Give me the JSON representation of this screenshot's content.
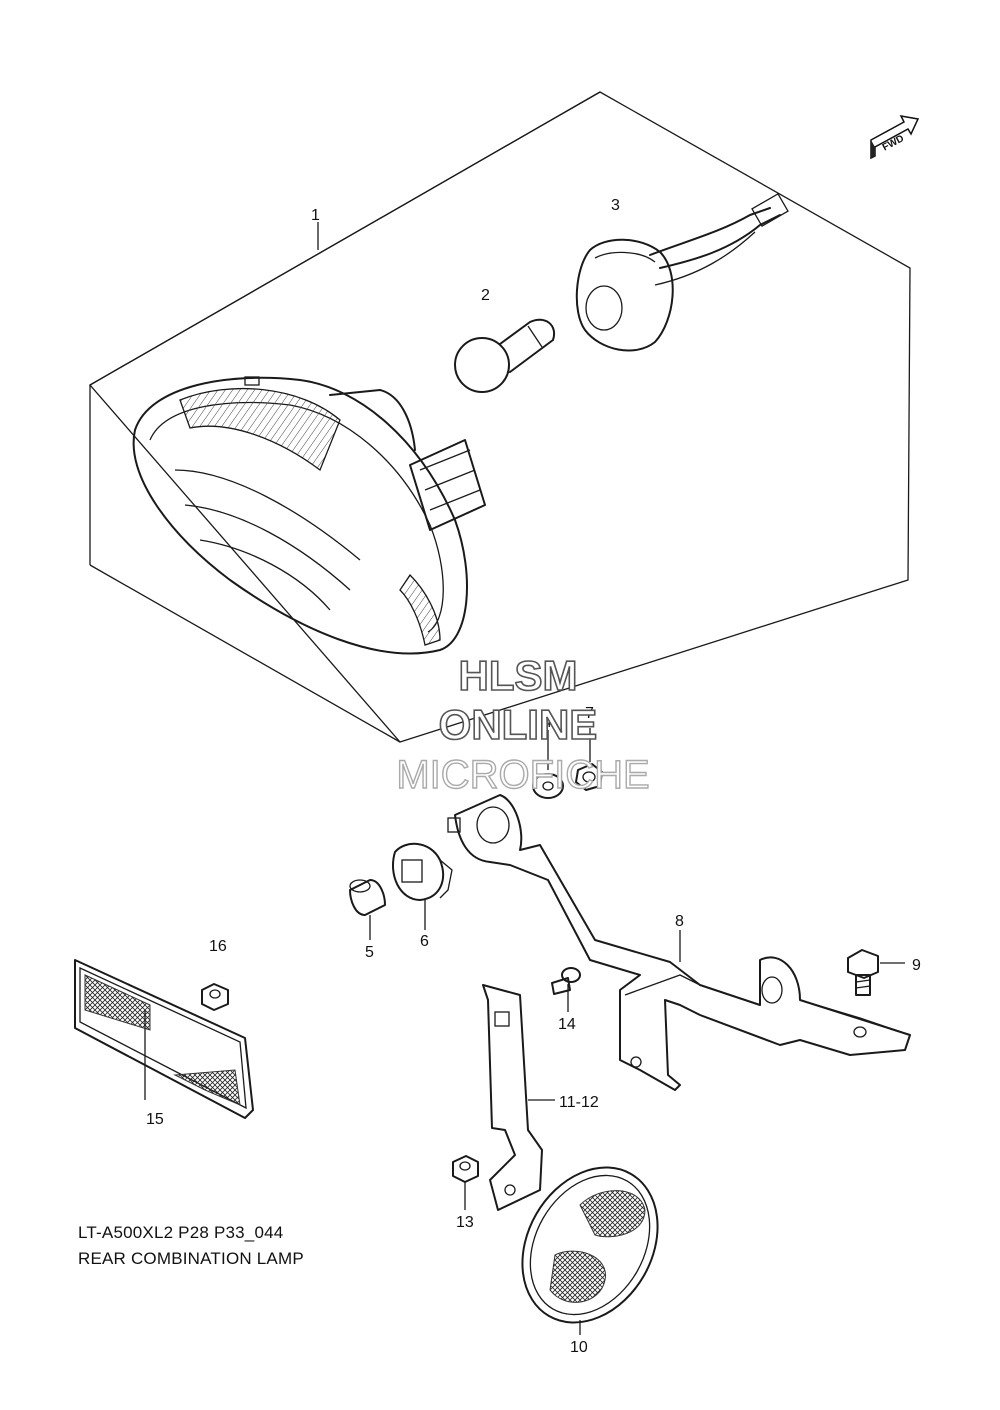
{
  "fwd_label": "FWD",
  "watermark": {
    "line1": "HLSM",
    "line2": "ONLINE",
    "line3": "MICROFICHE"
  },
  "callouts": {
    "c1": "1",
    "c2": "2",
    "c3": "3",
    "c4": "4",
    "c5": "5",
    "c6": "6",
    "c7": "7",
    "c8": "8",
    "c9": "9",
    "c10": "10",
    "c11_12": "11-12",
    "c13": "13",
    "c14": "14",
    "c15": "15",
    "c16": "16"
  },
  "caption": {
    "line1": "LT-A500XL2  P28  P33_044",
    "line2": "REAR COMBINATION LAMP"
  }
}
